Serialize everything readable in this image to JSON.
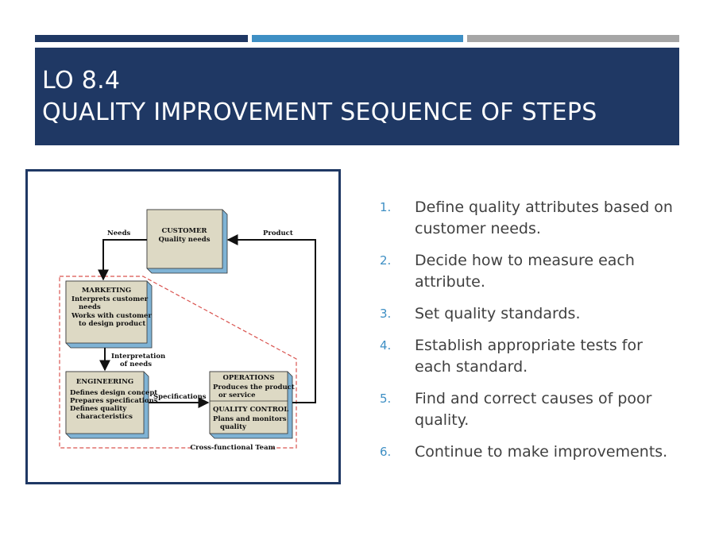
{
  "slide": {
    "title_line1": "LO 8.4",
    "title_line2": "QUALITY IMPROVEMENT SEQUENCE OF STEPS",
    "colors": {
      "dark_blue": "#1f3864",
      "mid_blue": "#3e8fc4",
      "gray": "#a6a6a6",
      "box_fill": "#ddd9c4",
      "box_shadow": "#7fb3d5",
      "team_border": "#d9534f"
    }
  },
  "diagram": {
    "customer": {
      "title": "CUSTOMER",
      "line1": "Quality needs"
    },
    "marketing": {
      "title": "MARKETING",
      "line1": "Interprets customer",
      "line2": "needs",
      "line3": "Works with customer",
      "line4": "to design product"
    },
    "engineering": {
      "title": "ENGINEERING",
      "line1": "Defines design concept",
      "line2": "Prepares specifications",
      "line3": "Defines quality",
      "line4": "characteristics"
    },
    "operations": {
      "title": "OPERATIONS",
      "line1": "Produces the product",
      "line2": "or service",
      "qc_title": "QUALITY CONTROL",
      "qc_line1": "Plans and monitors",
      "qc_line2": "quality"
    },
    "labels": {
      "needs": "Needs",
      "product": "Product",
      "interp1": "Interpretation",
      "interp2": "of needs",
      "specs": "Specifications",
      "team": "Cross-functional Team"
    }
  },
  "steps": [
    {
      "num": "1.",
      "text": "Define quality attributes based on customer needs."
    },
    {
      "num": "2.",
      "text": "Decide how to measure each attribute."
    },
    {
      "num": "3.",
      "text": "Set quality standards."
    },
    {
      "num": "4.",
      "text": "Establish appropriate tests for each standard."
    },
    {
      "num": "5.",
      "text": "Find and correct causes of poor quality."
    },
    {
      "num": "6.",
      "text": "Continue to make improvements."
    }
  ]
}
